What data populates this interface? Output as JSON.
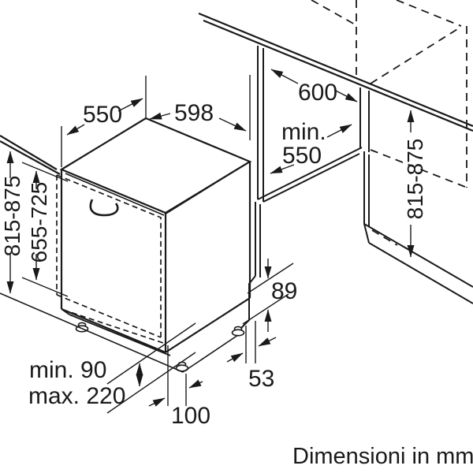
{
  "diagram": {
    "caption": "Dimensioni in mm",
    "colors": {
      "line": "#1a1a1a",
      "background": "#ffffff"
    },
    "dims": {
      "appliance_depth": "550",
      "appliance_width": "598",
      "cabinet_depth": "600",
      "niche_depth_label": "min.",
      "niche_depth_value": "550",
      "niche_height_left": "815-875",
      "door_panel_height": "655-725",
      "niche_height_right": "815-875",
      "plinth_notch_height": "89",
      "plinth_notch_depth": "53",
      "foot_offset": "100",
      "plinth_min": "min. 90",
      "plinth_max": "max. 220"
    }
  }
}
